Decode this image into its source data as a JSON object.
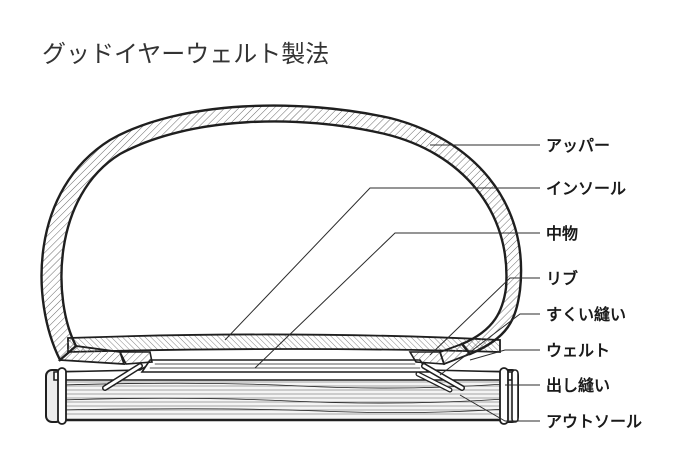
{
  "title": "グッドイヤーウェルト製法",
  "labels": {
    "upper": "アッパー",
    "insole": "インソール",
    "filler": "中物",
    "rib": "リブ",
    "welt_stitch": "すくい縫い",
    "welt": "ウェルト",
    "outsole_stitch": "出し縫い",
    "outsole": "アウトソール"
  }
}
